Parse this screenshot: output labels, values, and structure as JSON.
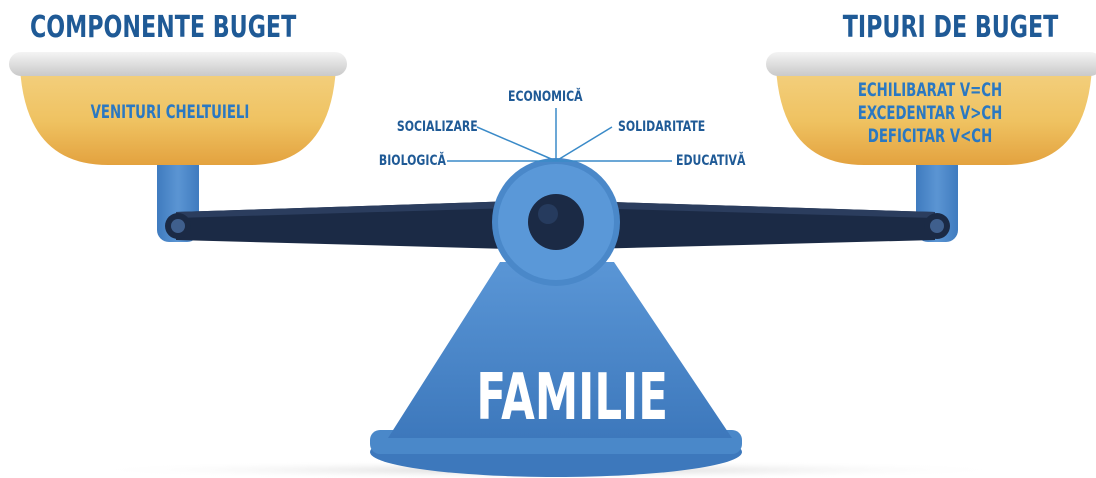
{
  "left_pan": {
    "title": "COMPONENTE BUGET",
    "content": "VENITURI CHELTUIELI"
  },
  "right_pan": {
    "title": "TIPURI DE BUGET",
    "items": [
      "ECHILIBARAT V=CH",
      "EXCEDENTAR V>CH",
      "DEFICITAR V<CH"
    ]
  },
  "functions": {
    "economica": "ECONOMICĂ",
    "socializare": "SOCIALIZARE",
    "solidaritate": "SOLIDARITATE",
    "biologica": "BIOLOGICĂ",
    "educativa": "EDUCATIVĂ"
  },
  "base": {
    "label": "FAMILIE"
  },
  "colors": {
    "title_blue": "#1f5a96",
    "text_blue": "#2a78c2",
    "scale_blue": "#4a86c8",
    "beam_dark": "#1b2a45",
    "pan_gold": "#f0c56a"
  }
}
